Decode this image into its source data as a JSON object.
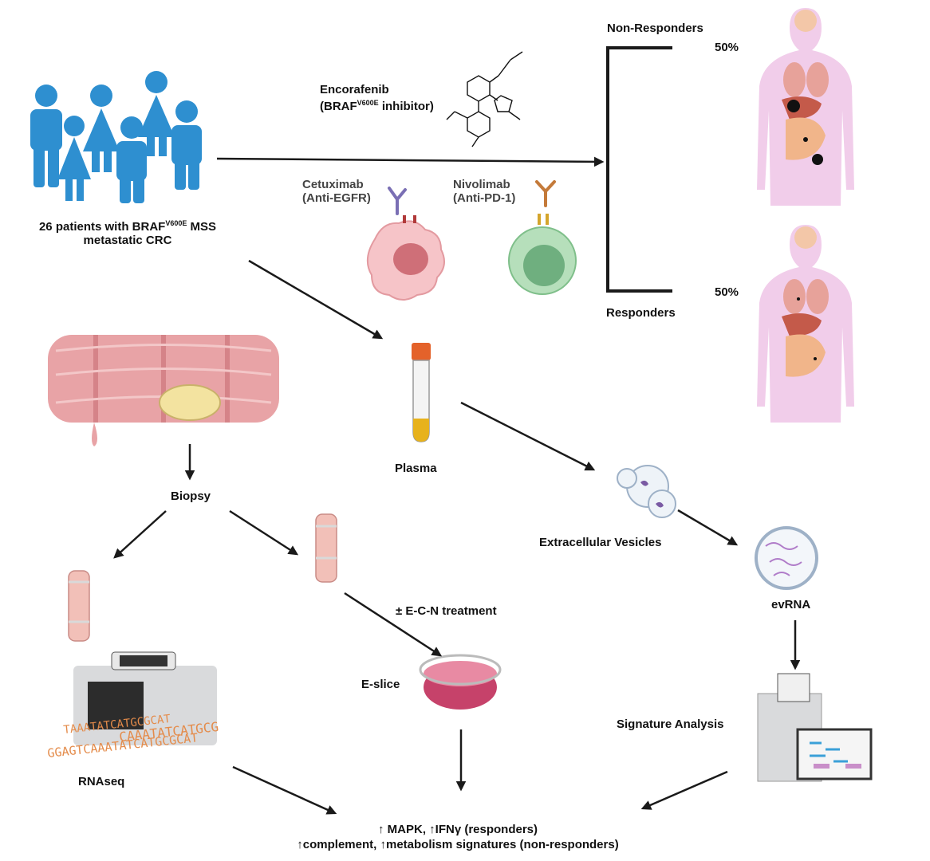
{
  "labels": {
    "patients_line1_pre": "26 patients with BRAF",
    "patients_sup": "V600E",
    "patients_line1_post": " MSS",
    "patients_line2": "metastatic CRC",
    "encorafenib_name": "Encorafenib",
    "encorafenib_paren_pre": "(BRAF",
    "encorafenib_sup": "V600E",
    "encorafenib_paren_post": " inhibitor)",
    "cetuximab_name": "Cetuximab",
    "cetuximab_target": "(Anti-EGFR)",
    "nivolimab_name": "Nivolimab",
    "nivolimab_target": "(Anti-PD-1)",
    "non_responders": "Non-Responders",
    "responders": "Responders",
    "non_responders_pct": "50%",
    "responders_pct": "50%",
    "biopsy": "Biopsy",
    "plasma": "Plasma",
    "extracellular_vesicles": "Extracellular Vesicles",
    "evrna": "evRNA",
    "ecn_treatment": "± E-C-N treatment",
    "e_slice": "E-slice",
    "rnaseq": "RNAseq",
    "signature_analysis": "Signature Analysis",
    "result_line1": "↑ MAPK, ↑IFNγ (responders)",
    "result_line2": "↑complement, ↑metabolism signatures (non-responders)",
    "sequence_text_1": "TAAATATCATGCGCAT",
    "sequence_text_2": "CAAATATCATGCG",
    "sequence_text_3": "GGAGTCAAATATCATGCGCAT"
  },
  "colors": {
    "people": "#2e8fd0",
    "arrow": "#1a1a1a",
    "body_silhouette": "#f1cdea",
    "colon": "#e8a3a6",
    "tumor": "#f3e3a0",
    "cancer_cell": "#f6c4c8",
    "t_cell": "#9fd3a8",
    "antibody_cetuximab": "#7a6fb4",
    "antibody_nivolimab": "#c47a3a",
    "plasma_fill": "#e7b21c",
    "tube_cap": "#e4622a",
    "sequence_text": "#e48b4a"
  }
}
